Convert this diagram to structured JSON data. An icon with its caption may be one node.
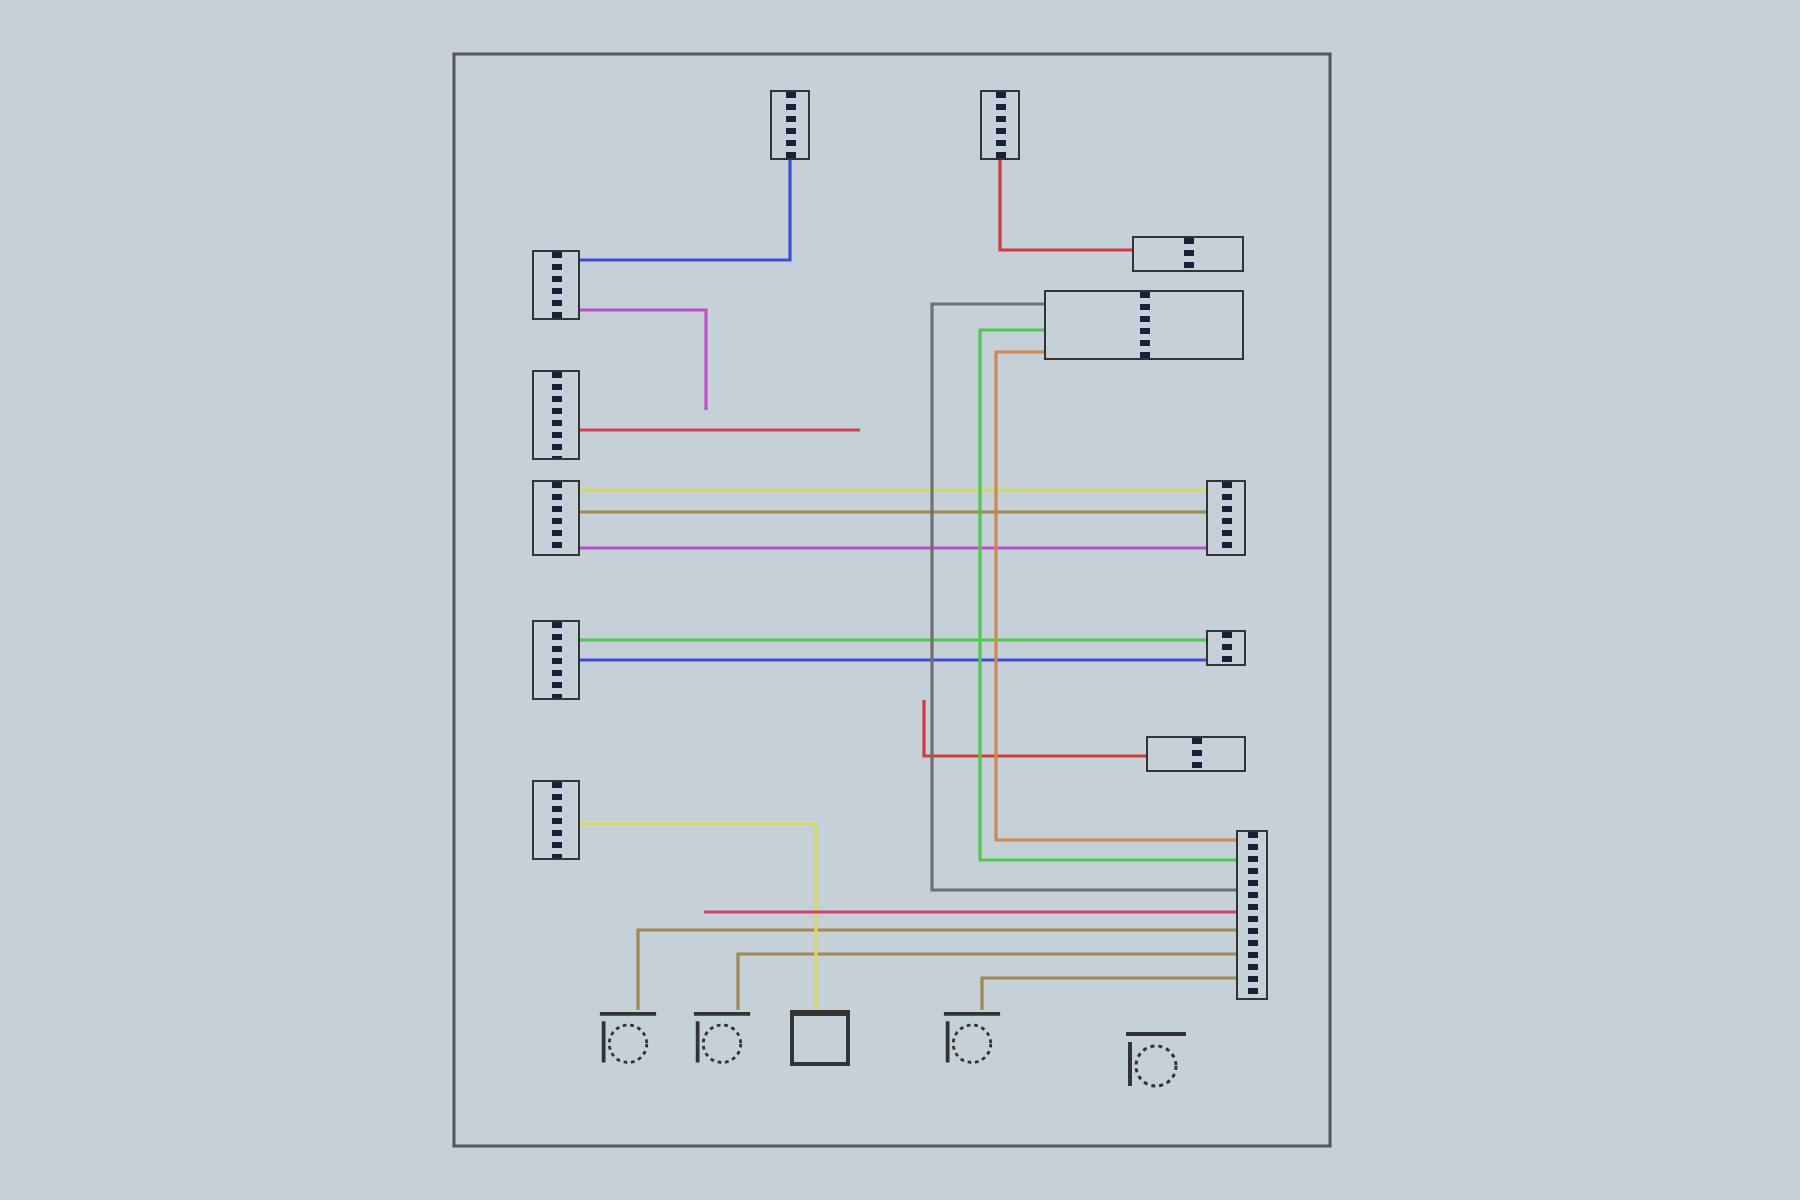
{
  "diagram": {
    "nodes": [
      {
        "text": [],
        "shape": "box"
      },
      {
        "text": [],
        "shape": "box"
      },
      {
        "text": [],
        "shape": "box"
      },
      {
        "text": [],
        "shape": "box"
      },
      {
        "text": [],
        "shape": "box"
      },
      {
        "text": [],
        "shape": "box"
      },
      {
        "text": [],
        "shape": "box"
      },
      {
        "text": [],
        "shape": "box"
      },
      {
        "text": [],
        "shape": "box"
      },
      {
        "text": [],
        "shape": "box"
      },
      {
        "text": [],
        "shape": "box"
      },
      {
        "text": [],
        "shape": "box"
      },
      {
        "text": [],
        "shape": "box"
      },
      {
        "text": [],
        "shape": "circle"
      },
      {
        "text": [],
        "shape": "circle"
      },
      {
        "text": [],
        "shape": "box"
      },
      {
        "text": [],
        "shape": "circle"
      },
      {
        "text": [],
        "shape": "circle"
      }
    ],
    "edges": [
      {
        "from": 0,
        "to": 2,
        "arrow": "none",
        "color": "#3c4fd6"
      },
      {
        "from": 1,
        "to": 7,
        "arrow": "none",
        "color": "#d43a3a"
      },
      {
        "from": 2,
        "to": null,
        "arrow": "none",
        "color": "#c050c8"
      },
      {
        "from": 3,
        "to": null,
        "arrow": "none",
        "color": "#d0405a"
      },
      {
        "from": 4,
        "to": 9,
        "arrow": "none",
        "color": "#d8d860"
      },
      {
        "from": 4,
        "to": 9,
        "arrow": "none",
        "color": "#a08850"
      },
      {
        "from": 4,
        "to": 9,
        "arrow": "none",
        "color": "#c050c8"
      },
      {
        "from": 5,
        "to": 10,
        "arrow": "none",
        "color": "#50c850"
      },
      {
        "from": 5,
        "to": 10,
        "arrow": "none",
        "color": "#3c4fd6"
      },
      {
        "from": null,
        "to": 11,
        "arrow": "none",
        "color": "#d43a3a"
      },
      {
        "from": 8,
        "to": 12,
        "arrow": "none",
        "color": "#d08850"
      },
      {
        "from": 8,
        "to": 12,
        "arrow": "none",
        "color": "#50c850"
      },
      {
        "from": 8,
        "to": 12,
        "arrow": "none",
        "color": "#707070"
      },
      {
        "from": 13,
        "to": 12,
        "arrow": "none",
        "color": "#a08850"
      },
      {
        "from": 14,
        "to": 12,
        "arrow": "none",
        "color": "#a08850"
      },
      {
        "from": 16,
        "to": 12,
        "arrow": "none",
        "color": "#a08850"
      },
      {
        "from": 6,
        "to": 15,
        "arrow": "none",
        "color": "#d8d860"
      },
      {
        "from": null,
        "to": 12,
        "arrow": "none",
        "color": "#d0406a"
      }
    ]
  }
}
